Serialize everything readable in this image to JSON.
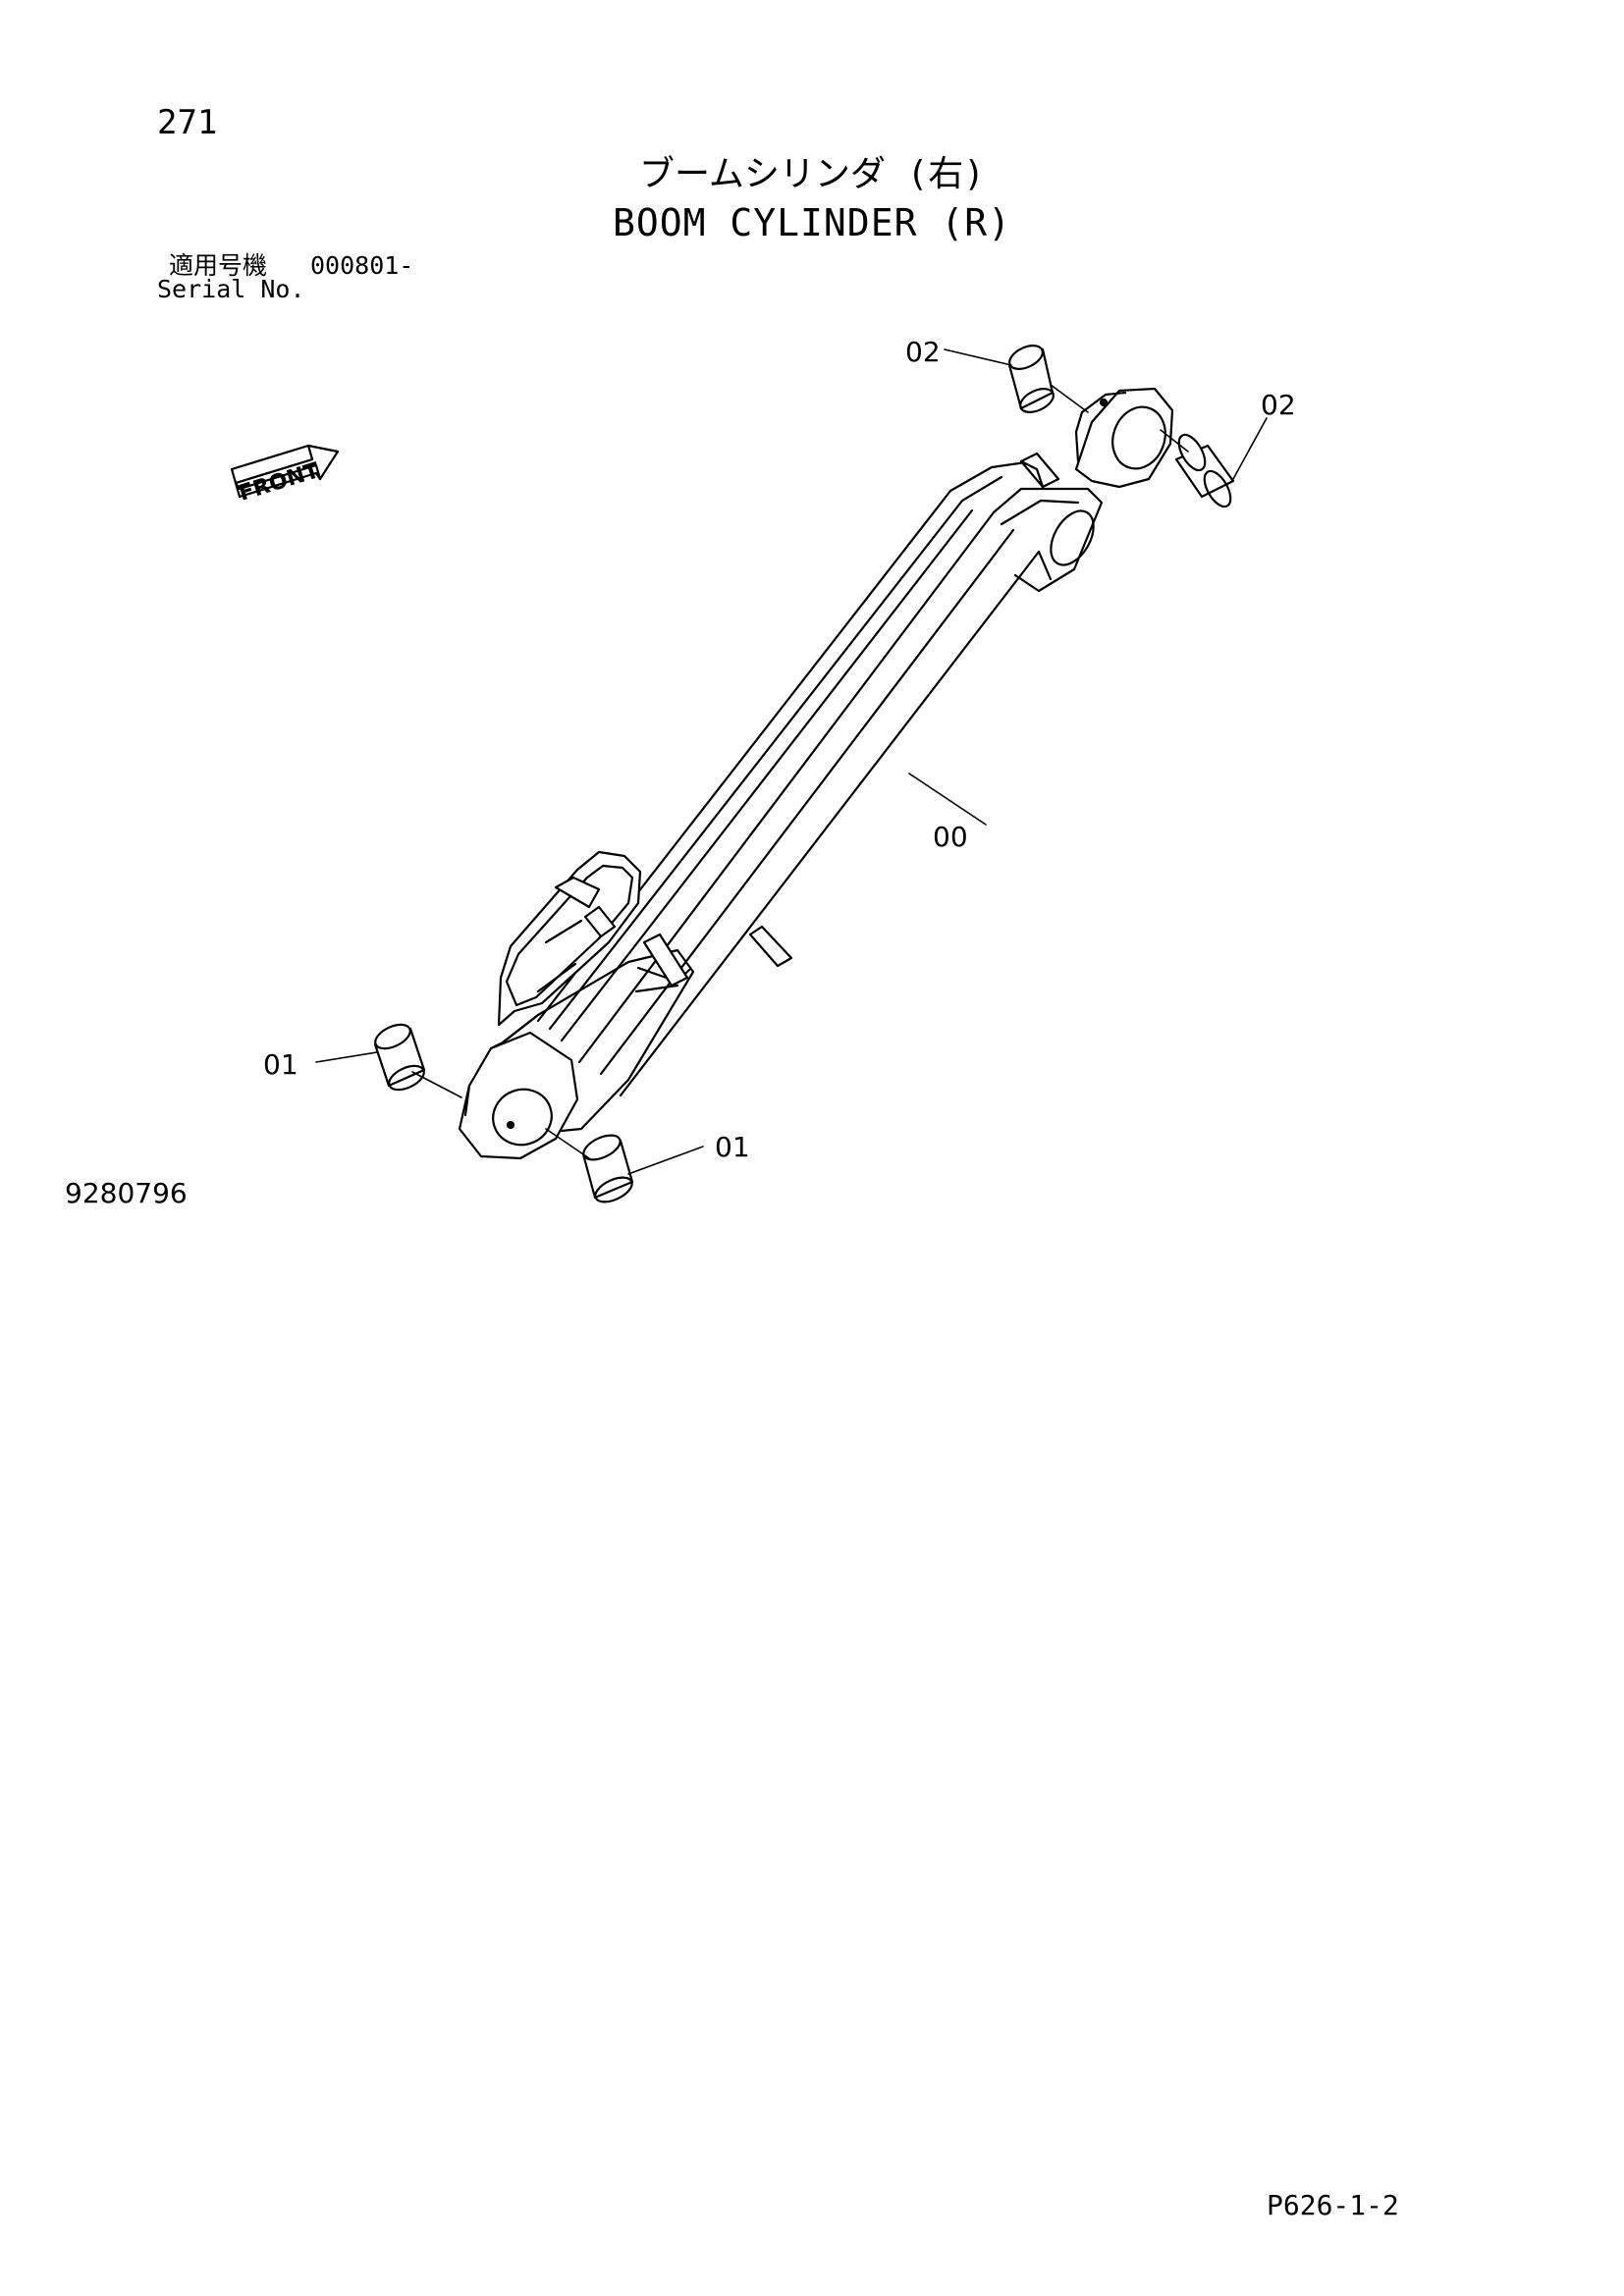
{
  "header": {
    "page_number": "271",
    "title_jp": "ブームシリンダ (右)",
    "title_en": "BOOM CYLINDER (R)",
    "serial_label_jp": "適用号機",
    "serial_value": "000801-",
    "serial_label_en": "Serial No."
  },
  "diagram": {
    "front_label": "FRONT",
    "callouts": {
      "top_left": "02",
      "top_right": "02",
      "cylinder": "00",
      "bottom_left": "01",
      "bottom_right": "01"
    }
  },
  "footer": {
    "reference_number": "9280796",
    "page_code": "P626-1-2"
  }
}
